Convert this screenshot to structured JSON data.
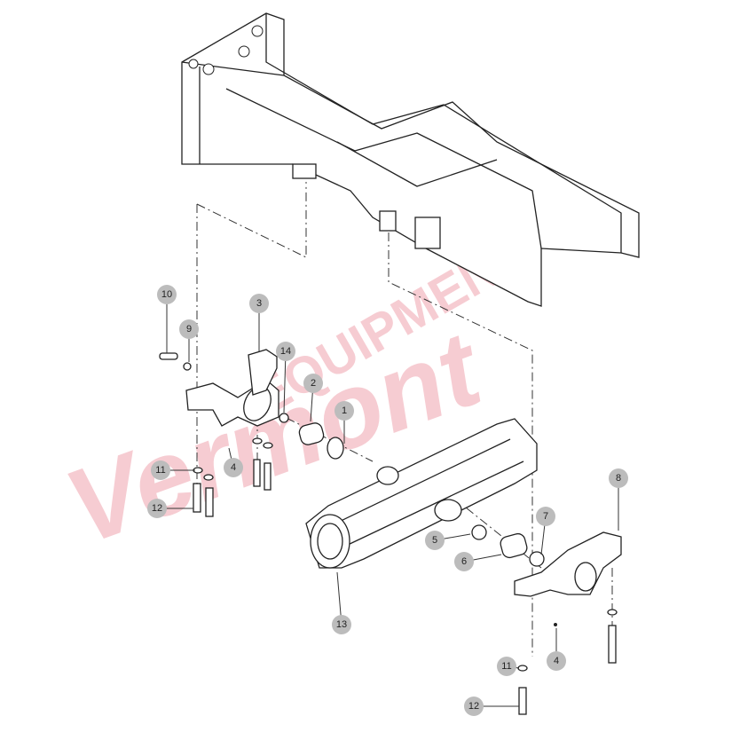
{
  "diagram": {
    "title": "Front axle and frame exploded parts diagram",
    "watermark": {
      "script": "Vermont",
      "text": "EQUIPMENT"
    },
    "callouts": [
      {
        "label": "10"
      },
      {
        "label": "9"
      },
      {
        "label": "3"
      },
      {
        "label": "14"
      },
      {
        "label": "2"
      },
      {
        "label": "1"
      },
      {
        "label": "11"
      },
      {
        "label": "4"
      },
      {
        "label": "12"
      },
      {
        "label": "8"
      },
      {
        "label": "7"
      },
      {
        "label": "5"
      },
      {
        "label": "6"
      },
      {
        "label": "13"
      },
      {
        "label": "4"
      },
      {
        "label": "11"
      },
      {
        "label": "12"
      }
    ],
    "colors": {
      "callout_fill": "#bcbcbc",
      "watermark": "#e87080",
      "line": "#222222"
    }
  }
}
